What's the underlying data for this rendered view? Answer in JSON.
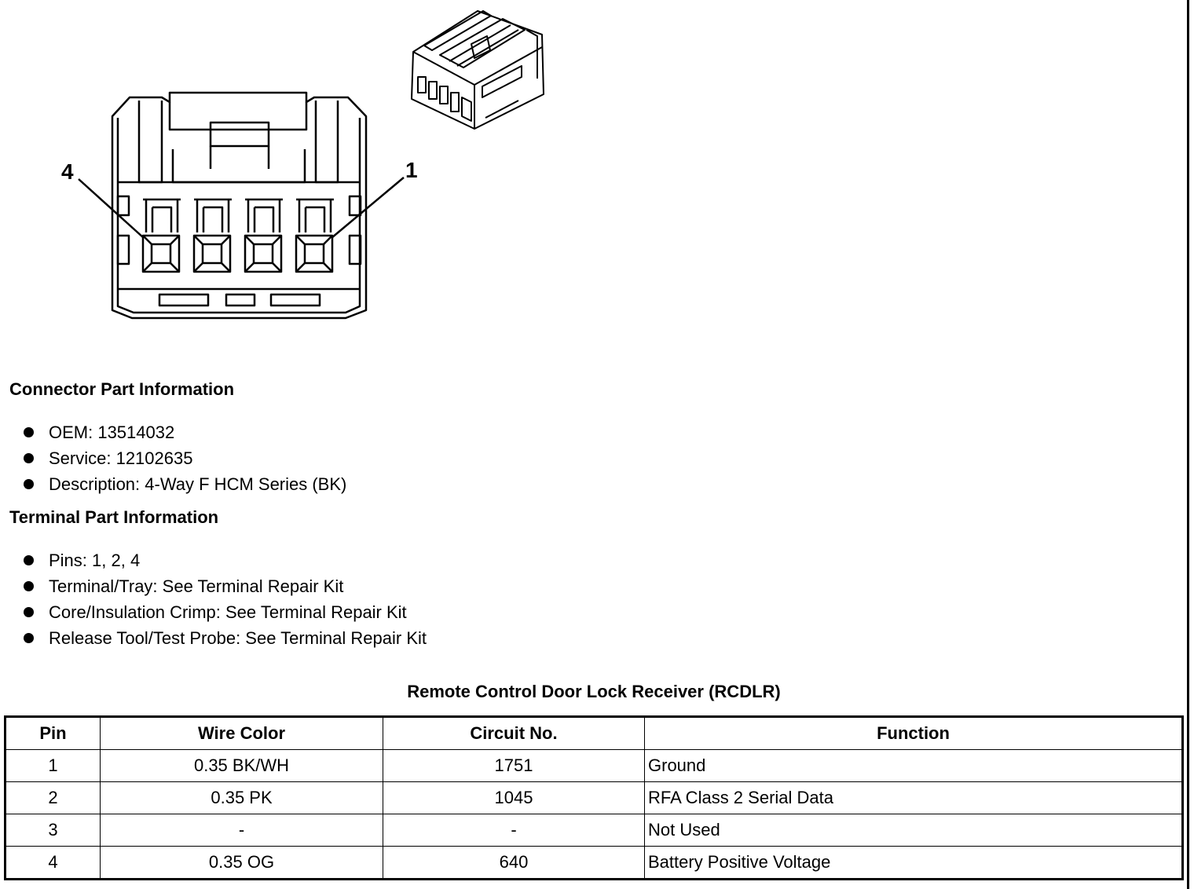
{
  "diagram": {
    "pin_label_left": "4",
    "pin_label_right": "1"
  },
  "connector_section": {
    "title": "Connector Part Information",
    "items": [
      "OEM: 13514032",
      "Service: 12102635",
      "Description: 4-Way F HCM Series (BK)"
    ]
  },
  "terminal_section": {
    "title": "Terminal Part Information",
    "items": [
      "Pins: 1, 2, 4",
      "Terminal/Tray: See Terminal Repair Kit",
      "Core/Insulation Crimp: See Terminal Repair Kit",
      "Release Tool/Test Probe: See Terminal Repair Kit"
    ]
  },
  "table": {
    "title": "Remote Control Door Lock Receiver (RCDLR)",
    "headers": [
      "Pin",
      "Wire Color",
      "Circuit No.",
      "Function"
    ],
    "rows": [
      [
        "1",
        "0.35 BK/WH",
        "1751",
        "Ground"
      ],
      [
        "2",
        "0.35 PK",
        "1045",
        "RFA Class 2 Serial Data"
      ],
      [
        "3",
        "-",
        "-",
        "Not Used"
      ],
      [
        "4",
        "0.35 OG",
        "640",
        "Battery Positive Voltage"
      ]
    ]
  }
}
